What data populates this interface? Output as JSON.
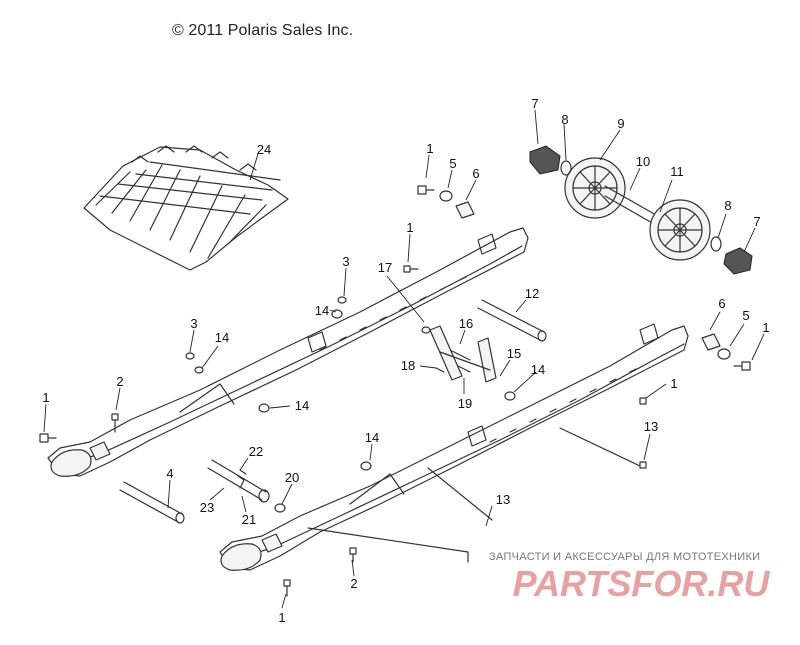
{
  "copyright": "© 2011 Polaris Sales Inc.",
  "watermark": {
    "subtitle": "ЗАПЧАСТИ И АКСЕССУАРЫ ДЛЯ МОТОТЕХНИКИ",
    "logo_text": "PARTSFOR.RU",
    "logo_color": "#e8a0a0"
  },
  "callouts": [
    {
      "id": "c1a",
      "label": "1"
    },
    {
      "id": "c5a",
      "label": "5"
    },
    {
      "id": "c6a",
      "label": "6"
    },
    {
      "id": "c1b",
      "label": "1"
    },
    {
      "id": "c3a",
      "label": "3"
    },
    {
      "id": "c17",
      "label": "17"
    },
    {
      "id": "c14a",
      "label": "14"
    },
    {
      "id": "c3b",
      "label": "3"
    },
    {
      "id": "c14b",
      "label": "14"
    },
    {
      "id": "c2a",
      "label": "2"
    },
    {
      "id": "c1c",
      "label": "1"
    },
    {
      "id": "c14c",
      "label": "14"
    },
    {
      "id": "c7a",
      "label": "7"
    },
    {
      "id": "c8a",
      "label": "8"
    },
    {
      "id": "c9",
      "label": "9"
    },
    {
      "id": "c10",
      "label": "10"
    },
    {
      "id": "c11",
      "label": "11"
    },
    {
      "id": "c8b",
      "label": "8"
    },
    {
      "id": "c7b",
      "label": "7"
    },
    {
      "id": "c24",
      "label": "24"
    },
    {
      "id": "c12",
      "label": "12"
    },
    {
      "id": "c16",
      "label": "16"
    },
    {
      "id": "c15",
      "label": "15"
    },
    {
      "id": "c18",
      "label": "18"
    },
    {
      "id": "c19",
      "label": "19"
    },
    {
      "id": "c14d",
      "label": "14"
    },
    {
      "id": "c6b",
      "label": "6"
    },
    {
      "id": "c5b",
      "label": "5"
    },
    {
      "id": "c1d",
      "label": "1"
    },
    {
      "id": "c1e",
      "label": "1"
    },
    {
      "id": "c13a",
      "label": "13"
    },
    {
      "id": "c14e",
      "label": "14"
    },
    {
      "id": "c4",
      "label": "4"
    },
    {
      "id": "c22",
      "label": "22"
    },
    {
      "id": "c20",
      "label": "20"
    },
    {
      "id": "c23",
      "label": "23"
    },
    {
      "id": "c21",
      "label": "21"
    },
    {
      "id": "c13b",
      "label": "13"
    },
    {
      "id": "c2b",
      "label": "2"
    },
    {
      "id": "c1f",
      "label": "1"
    }
  ]
}
